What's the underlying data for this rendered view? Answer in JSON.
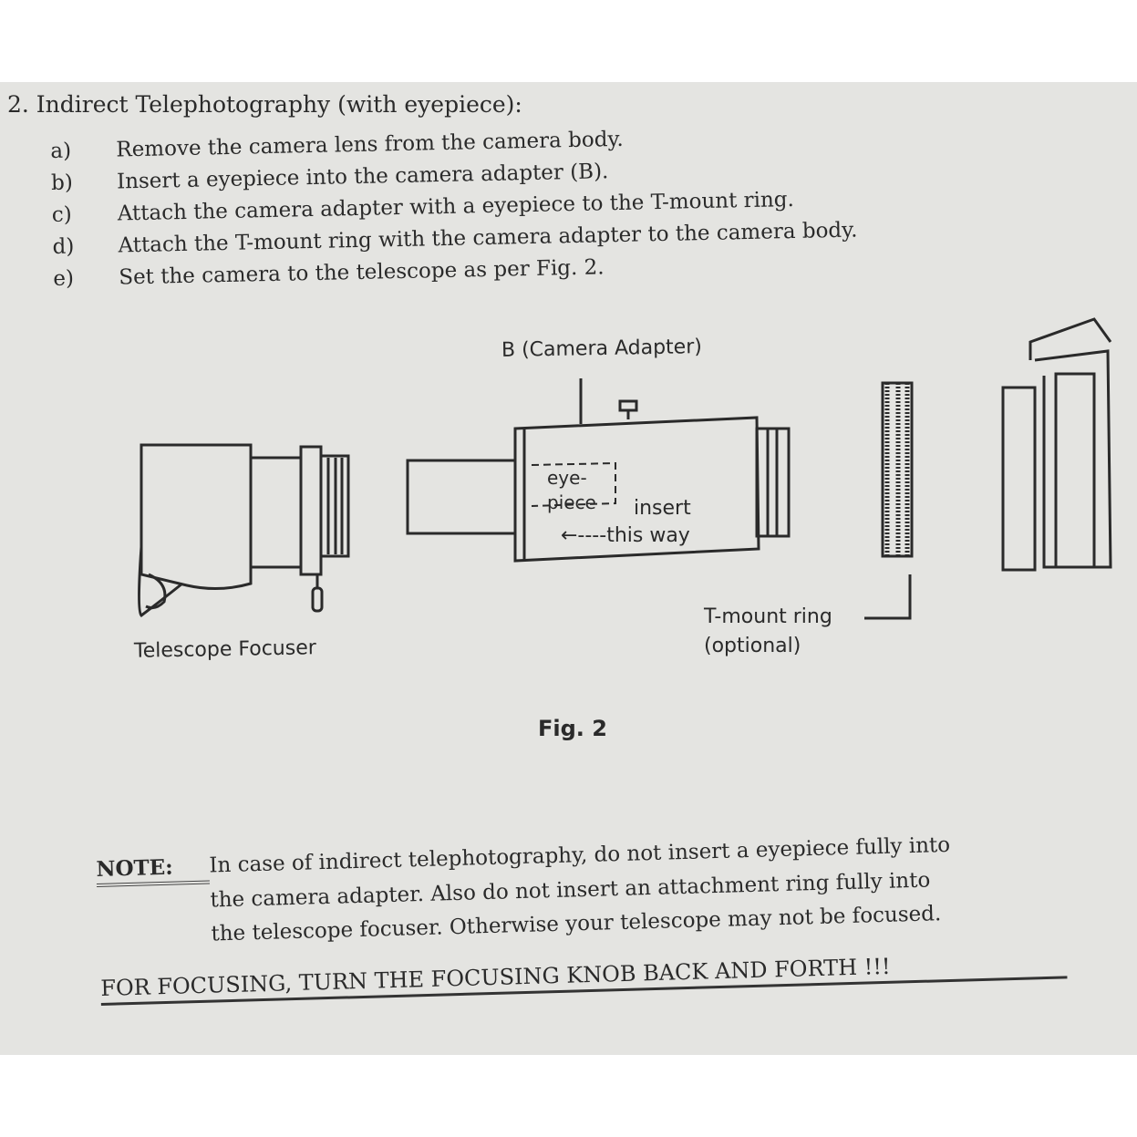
{
  "heading": "2. Indirect Telephotography (with eyepiece):",
  "steps": [
    {
      "letter": "a)",
      "text": "Remove the camera lens from the camera body."
    },
    {
      "letter": "b)",
      "text": "Insert a eyepiece into the camera adapter (B)."
    },
    {
      "letter": "c)",
      "text": "Attach the camera adapter with a eyepiece to the T-mount ring."
    },
    {
      "letter": "d)",
      "text": "Attach the T-mount ring with the camera adapter to the camera body."
    },
    {
      "letter": "e)",
      "text": "Set the camera to the telescope as per Fig. 2."
    }
  ],
  "figure": {
    "adapter_label": "B (Camera Adapter)",
    "eyepiece_line1": "eye-",
    "eyepiece_line2": "piece",
    "insert": "insert",
    "this_way": "←----this way",
    "focuser_label": "Telescope Focuser",
    "tmount_line1": "T-mount ring",
    "tmount_line2": "(optional)",
    "caption": "Fig. 2"
  },
  "note": {
    "label": "NOTE:",
    "lines": [
      "In case of indirect telephotography, do not insert a eyepiece fully into",
      "the camera adapter. Also do not insert an attachment ring fully into",
      "the telescope focuser. Otherwise your telescope may not be focused."
    ]
  },
  "focusing": "FOR FOCUSING, TURN THE FOCUSING KNOB BACK AND FORTH !!!"
}
